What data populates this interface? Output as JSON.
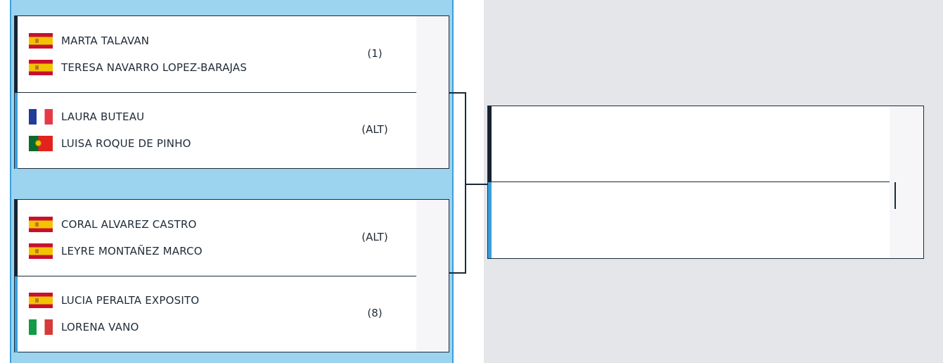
{
  "matches": [
    {
      "top": {
        "seed": "(1)",
        "players": [
          {
            "name": "MARTA TALAVAN",
            "flag": "spain-flag-icon"
          },
          {
            "name": "TERESA NAVARRO LOPEZ-BARAJAS",
            "flag": "spain-flag-icon"
          }
        ]
      },
      "bottom": {
        "seed": "(ALT)",
        "players": [
          {
            "name": "LAURA BUTEAU",
            "flag": "france-flag-icon"
          },
          {
            "name": "LUISA ROQUE DE PINHO",
            "flag": "portugal-flag-icon"
          }
        ]
      }
    },
    {
      "top": {
        "seed": "(ALT)",
        "players": [
          {
            "name": "CORAL ALVAREZ CASTRO",
            "flag": "spain-flag-icon"
          },
          {
            "name": "LEYRE MONTAÑEZ MARCO",
            "flag": "spain-flag-icon"
          }
        ]
      },
      "bottom": {
        "seed": "(8)",
        "players": [
          {
            "name": "LUCIA PERALTA EXPOSITO",
            "flag": "spain-flag-icon"
          },
          {
            "name": "LORENA VANO",
            "flag": "italy-flag-icon"
          }
        ]
      }
    }
  ],
  "colors": {
    "left_column_bg": "#9cd3ef",
    "right_column_bg": "#e5e6ea",
    "accent_blue": "#3aa0db",
    "navy": "#17222e"
  }
}
